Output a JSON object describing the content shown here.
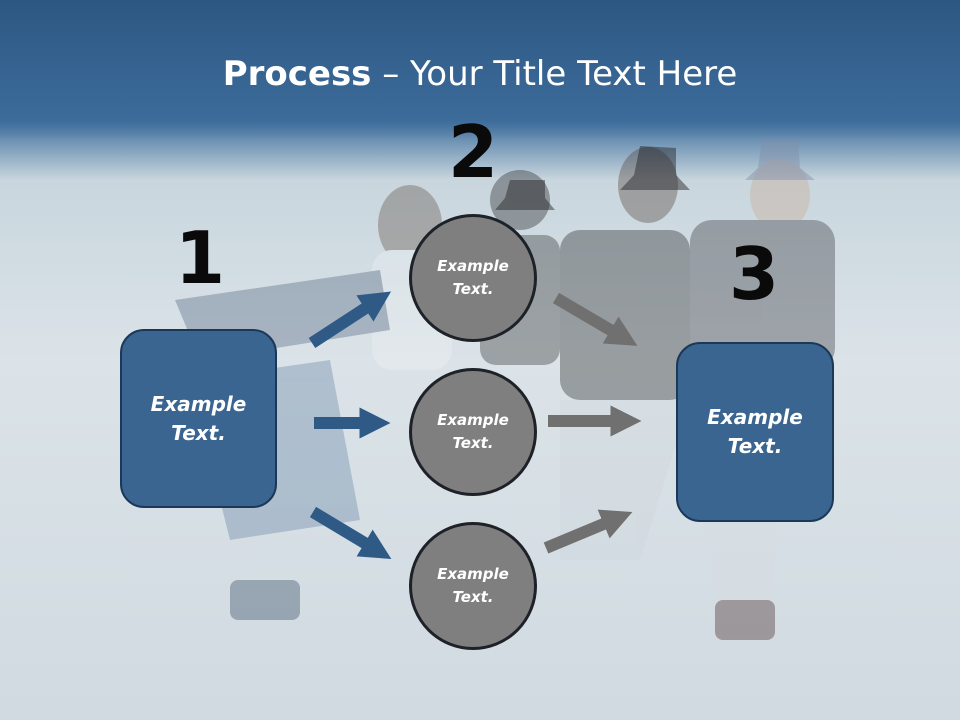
{
  "slide": {
    "title_bold": "Process",
    "title_rest": " – Your Title Text Here",
    "colors": {
      "header": "#2f5a86",
      "box_fill": "#3a6590",
      "circle_fill": "#7f7f7f",
      "arrow_blue": "#2f5a86",
      "arrow_gray": "#707070"
    }
  },
  "steps": {
    "n1": "1",
    "n2": "2",
    "n3": "3"
  },
  "boxes": {
    "left": {
      "line1": "Example",
      "line2": "Text."
    },
    "right": {
      "line1": "Example",
      "line2": "Text."
    }
  },
  "circles": {
    "top": {
      "line1": "Example",
      "line2": "Text."
    },
    "middle": {
      "line1": "Example",
      "line2": "Text."
    },
    "bottom": {
      "line1": "Example",
      "line2": "Text."
    }
  }
}
